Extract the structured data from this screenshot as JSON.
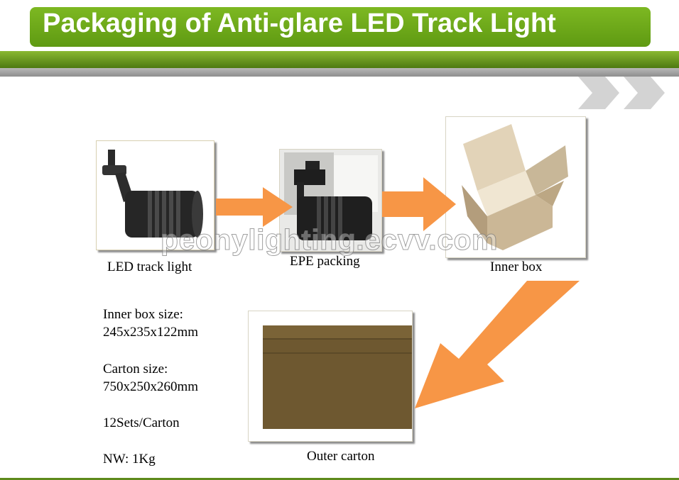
{
  "title": "Packaging of Anti-glare LED Track Light",
  "captions": {
    "led_track_light": "LED track light",
    "epe_packing": "EPE packing",
    "inner_box": "Inner box",
    "outer_carton": "Outer carton"
  },
  "specs": {
    "inner_box_label": "Inner box size:",
    "inner_box_value": "245x235x122mm",
    "carton_label": "Carton size:",
    "carton_value": "750x250x260mm",
    "sets": "12Sets/Carton",
    "nw": "NW: 1Kg"
  },
  "watermark": "peonylighting.ecvv.com",
  "colors": {
    "title_green": "#6aa818",
    "arrow_orange": "#f79646",
    "carton_brown": "#6e5830"
  }
}
